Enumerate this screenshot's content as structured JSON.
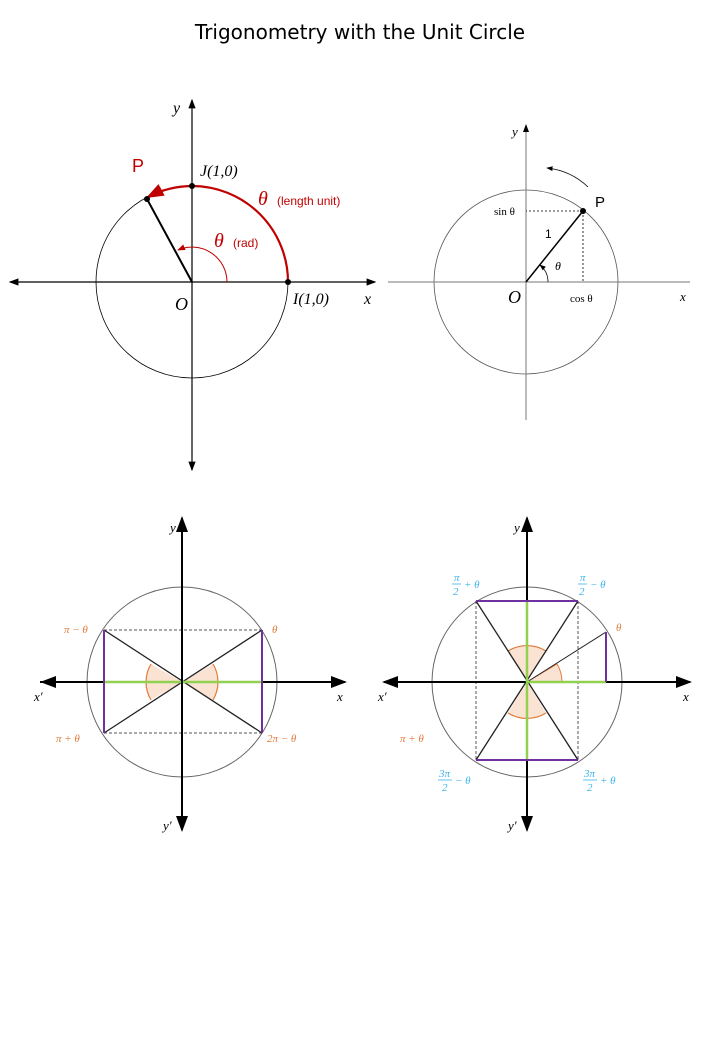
{
  "title": "Trigonometry with the Unit Circle",
  "colors": {
    "red": "#c00000",
    "orange": "#e07b39",
    "purple": "#7030a0",
    "green": "#92d050",
    "cyan": "#3bb4ea"
  },
  "diagram1": {
    "y_label": "y",
    "x_label": "x",
    "origin": "O",
    "point_label": "P",
    "j_label": "J(1,0)",
    "i_label": "I(1,0)",
    "theta": "θ",
    "length_unit": "(length unit)",
    "rad": "(rad)"
  },
  "diagram2": {
    "y_label": "y",
    "x_label": "x",
    "origin": "O",
    "point_label": "P",
    "sin_label": "sin θ",
    "cos_label": "cos θ",
    "radius_label": "1",
    "theta": "θ"
  },
  "diagram3": {
    "y_label": "y",
    "y_prime": "y′",
    "x_label": "x",
    "x_prime": "x′",
    "angles": [
      "θ",
      "π − θ",
      "π + θ",
      "2π − θ"
    ]
  },
  "diagram4": {
    "y_label": "y",
    "y_prime": "y′",
    "x_label": "x",
    "x_prime": "x′",
    "theta": "θ",
    "pi_plus_theta": "π + θ",
    "fractions": [
      {
        "num": "π",
        "den": "2",
        "rest": "+ θ"
      },
      {
        "num": "π",
        "den": "2",
        "rest": "− θ"
      },
      {
        "num": "3π",
        "den": "2",
        "rest": "− θ"
      },
      {
        "num": "3π",
        "den": "2",
        "rest": "+ θ"
      }
    ]
  }
}
